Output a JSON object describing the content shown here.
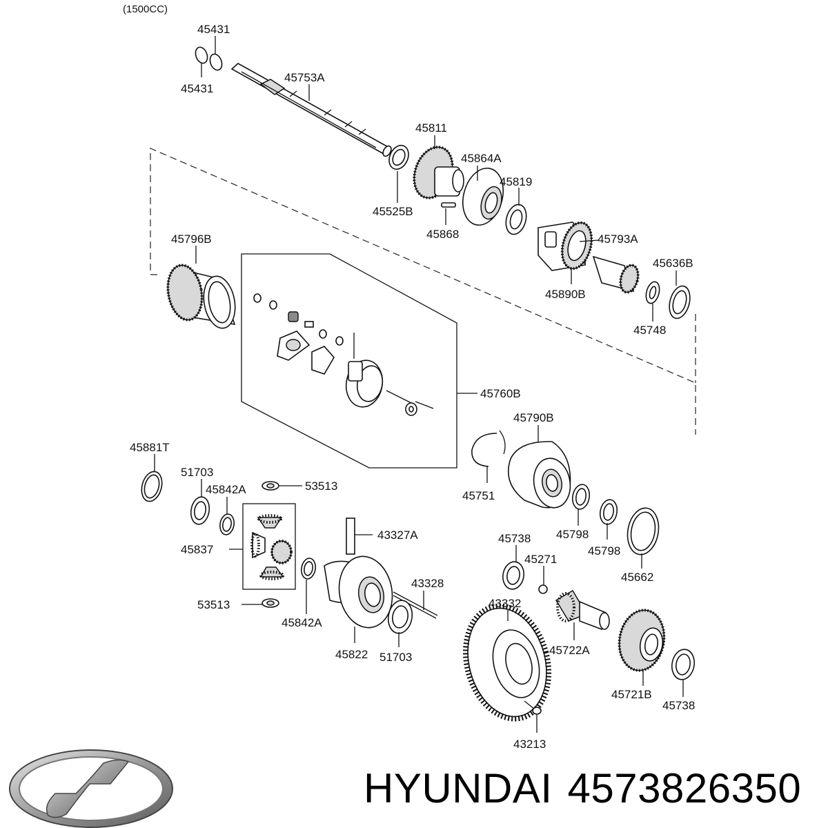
{
  "header": {
    "engine_note": "(1500CC)"
  },
  "labels": {
    "p45431_top": "45431",
    "p45431_bot": "45431",
    "p45753A": "45753A",
    "p45811": "45811",
    "p45864A": "45864A",
    "p45819": "45819",
    "p45525B": "45525B",
    "p45868": "45868",
    "p45793A": "45793A",
    "p45636B": "45636B",
    "p45890B": "45890B",
    "p45748": "45748",
    "p45796B": "45796B",
    "p45760B": "45760B",
    "p45790B": "45790B",
    "p45881T": "45881T",
    "p51703_top": "51703",
    "p45842A_top": "45842A",
    "p53513_top": "53513",
    "p45751": "45751",
    "p45837": "45837",
    "p43327A": "43327A",
    "p45738_top": "45738",
    "p45798_a": "45798",
    "p45798_b": "45798",
    "p45271": "45271",
    "p45662": "45662",
    "p53513_bot": "53513",
    "p43328": "43328",
    "p43332": "43332",
    "p45842A_bot": "45842A",
    "p45822": "45822",
    "p51703_bot": "51703",
    "p45722A": "45722A",
    "p45721B": "45721B",
    "p45738_bot": "45738",
    "p43213": "43213"
  },
  "brand": {
    "name": "HYUNDAI",
    "part_number": "4573826350"
  },
  "icons": {
    "logo": "hyundai-logo-icon"
  }
}
